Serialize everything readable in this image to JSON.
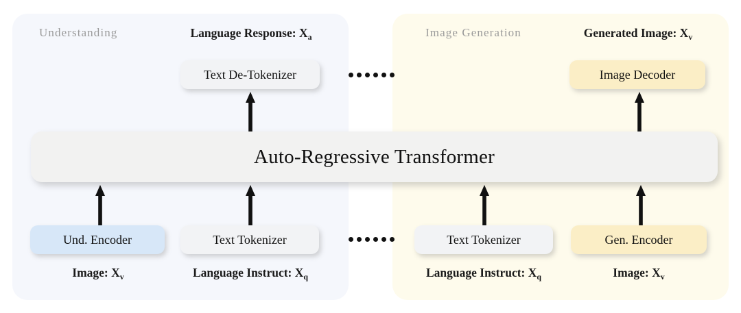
{
  "diagram": {
    "panels": [
      {
        "id": "understanding",
        "label": "Understanding",
        "color": "#f5f7fc"
      },
      {
        "id": "generation",
        "label": "Image Generation",
        "color": "#fefbec"
      }
    ],
    "transformer": {
      "label": "Auto-Regressive Transformer",
      "color": "#f2f2f1"
    },
    "boxes": [
      {
        "id": "text-de-tokenizer",
        "label": "Text De-Tokenizer",
        "color": "#f2f3f5"
      },
      {
        "id": "image-decoder",
        "label": "Image Decoder",
        "color": "#fbeec6"
      },
      {
        "id": "und-encoder",
        "label": "Und. Encoder",
        "color": "#d7e7f8"
      },
      {
        "id": "text-tokenizer-left",
        "label": "Text Tokenizer",
        "color": "#f2f3f5"
      },
      {
        "id": "text-tokenizer-right",
        "label": "Text Tokenizer",
        "color": "#f2f3f5"
      },
      {
        "id": "gen-encoder",
        "label": "Gen. Encoder",
        "color": "#fbeec6"
      }
    ],
    "captions": {
      "language_response": {
        "text": "Language Response: X",
        "sub": "a"
      },
      "generated_image": {
        "text": "Generated Image: X",
        "sub": "v"
      },
      "image_left": {
        "text": "Image: X",
        "sub": "v"
      },
      "language_instruct_left": {
        "text": "Language Instruct: X",
        "sub": "q"
      },
      "language_instruct_right": {
        "text": "Language Instruct: X",
        "sub": "q"
      },
      "image_right": {
        "text": "Image: X",
        "sub": "v"
      }
    },
    "arrows": [
      {
        "id": "transformer-to-text-de-tokenizer",
        "direction": "up"
      },
      {
        "id": "transformer-to-image-decoder",
        "direction": "up"
      },
      {
        "id": "und-encoder-to-transformer",
        "direction": "up"
      },
      {
        "id": "text-tokenizer-left-to-transformer",
        "direction": "up"
      },
      {
        "id": "text-tokenizer-right-to-transformer",
        "direction": "up"
      },
      {
        "id": "gen-encoder-to-transformer",
        "direction": "up"
      }
    ],
    "ellipsis_dot_count": 6
  }
}
